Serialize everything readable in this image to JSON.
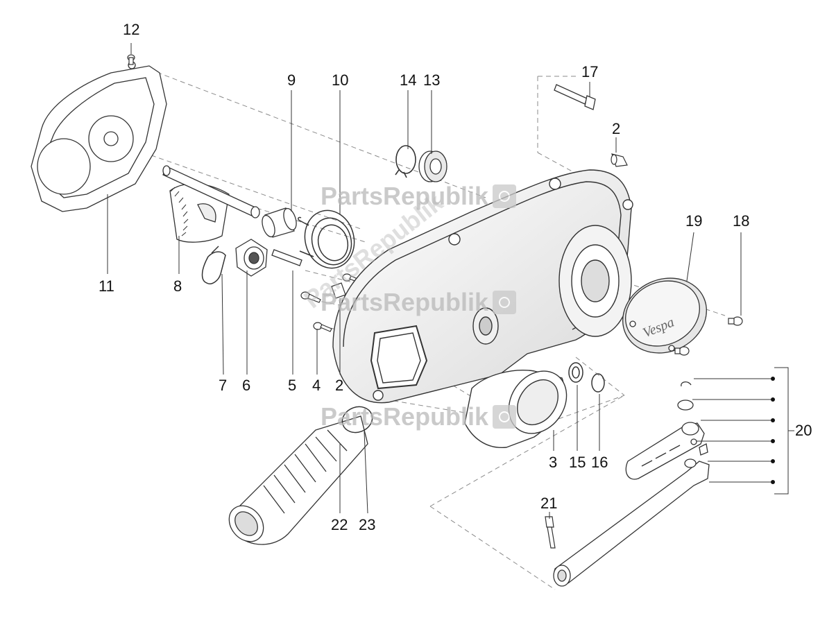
{
  "callouts": [
    {
      "id": "12",
      "text": "12"
    },
    {
      "id": "11",
      "text": "11"
    },
    {
      "id": "8",
      "text": "8"
    },
    {
      "id": "9",
      "text": "9"
    },
    {
      "id": "10",
      "text": "10"
    },
    {
      "id": "14",
      "text": "14"
    },
    {
      "id": "13",
      "text": "13"
    },
    {
      "id": "17",
      "text": "17"
    },
    {
      "id": "2a",
      "text": "2"
    },
    {
      "id": "19",
      "text": "19"
    },
    {
      "id": "18",
      "text": "18"
    },
    {
      "id": "7",
      "text": "7"
    },
    {
      "id": "6",
      "text": "6"
    },
    {
      "id": "5",
      "text": "5"
    },
    {
      "id": "4",
      "text": "4"
    },
    {
      "id": "2b",
      "text": "2"
    },
    {
      "id": "3",
      "text": "3"
    },
    {
      "id": "15",
      "text": "15"
    },
    {
      "id": "16",
      "text": "16"
    },
    {
      "id": "20",
      "text": "20"
    },
    {
      "id": "21",
      "text": "21"
    },
    {
      "id": "22",
      "text": "22"
    },
    {
      "id": "23",
      "text": "23"
    }
  ],
  "watermark": {
    "text": "PartsRepublik",
    "color": "#b9b9b9"
  },
  "colors": {
    "line": "#333333",
    "dash": "#8a8a8a",
    "part_fill": "#ffffff",
    "shade": "#e6e6e6"
  },
  "cover_badge": {
    "text": "Vespa"
  }
}
